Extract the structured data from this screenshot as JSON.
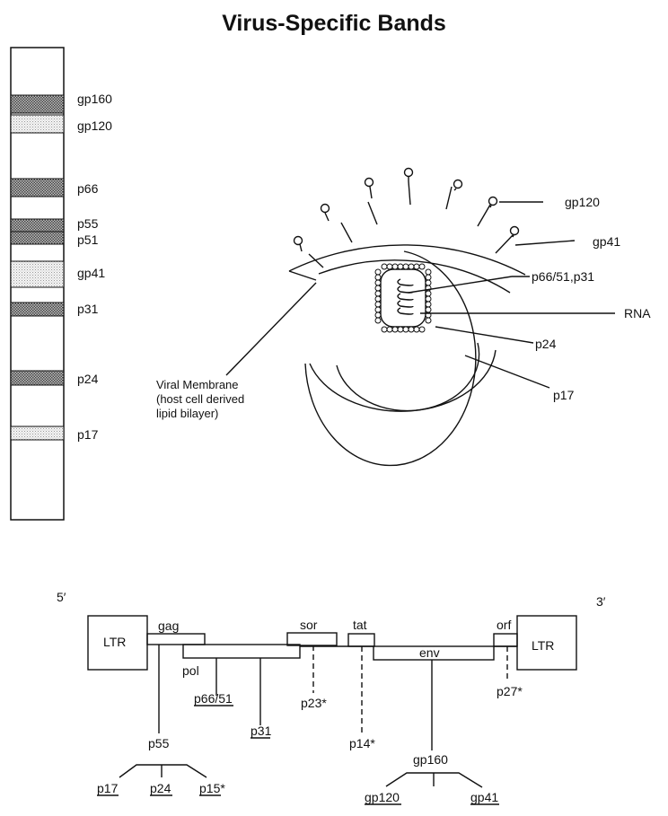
{
  "title": "Virus-Specific Bands",
  "blot": {
    "bands": [
      {
        "label": "gp160",
        "pattern": "dense"
      },
      {
        "label": "gp120",
        "pattern": "light"
      },
      {
        "label": "p66",
        "pattern": "dense"
      },
      {
        "label": "p55",
        "pattern": "dense"
      },
      {
        "label": "p51",
        "pattern": "dense"
      },
      {
        "label": "gp41",
        "pattern": "light"
      },
      {
        "label": "p31",
        "pattern": "dense"
      },
      {
        "label": "p24",
        "pattern": "dense"
      },
      {
        "label": "p17",
        "pattern": "light"
      }
    ]
  },
  "virion": {
    "labels": {
      "gp120": "gp120",
      "gp41": "gp41",
      "p66_51_p31": "p66/51,p31",
      "rna": "RNA",
      "p24": "p24",
      "p17": "p17"
    },
    "membrane_caption": [
      "Viral Membrane",
      "(host cell derived",
      "lipid bilayer)"
    ]
  },
  "genome": {
    "five_prime": "5′",
    "three_prime": "3′",
    "genes": {
      "ltr_left": "LTR",
      "gag": "gag",
      "pol": "pol",
      "sor": "sor",
      "tat": "tat",
      "env": "env",
      "orf": "orf",
      "ltr_right": "LTR"
    },
    "products": {
      "p66_51": "p66/51",
      "p31": "p31",
      "p23": "p23*",
      "p14": "p14*",
      "p27": "p27*",
      "p55": "p55",
      "p17": "p17",
      "p24": "p24",
      "p15": "p15*",
      "gp160": "gp160",
      "gp120": "gp120",
      "gp41": "gp41"
    }
  },
  "colors": {
    "ink": "#111111",
    "dense_band": "#555555",
    "light_band": "#bdbdbd"
  }
}
